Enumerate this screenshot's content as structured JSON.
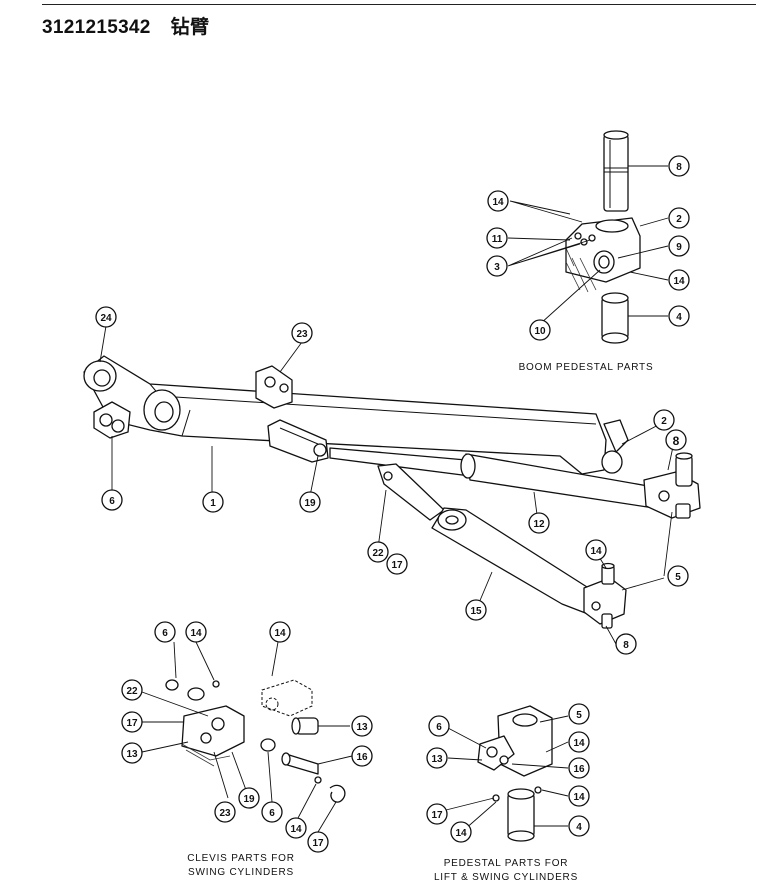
{
  "header": {
    "part_number": "3121215342",
    "title": "钻臂"
  },
  "captions": {
    "boom_pedestal": "BOOM PEDESTAL PARTS",
    "clevis_line1": "CLEVIS PARTS FOR",
    "clevis_line2": "SWING CYLINDERS",
    "pedestal_line1": "PEDESTAL PARTS FOR",
    "pedestal_line2": "LIFT & SWING CYLINDERS"
  },
  "callouts": {
    "bp_8": "8",
    "bp_14a": "14",
    "bp_2": "2",
    "bp_11": "11",
    "bp_9": "9",
    "bp_3": "3",
    "bp_14b": "14",
    "bp_10": "10",
    "bp_4": "4",
    "m_24": "24",
    "m_23": "23",
    "m_6": "6",
    "m_1": "1",
    "m_19": "19",
    "m_2": "2",
    "m_8a": "8",
    "m_12": "12",
    "m_22": "22",
    "m_17": "17",
    "m_14": "14",
    "m_5": "5",
    "m_15": "15",
    "m_8b": "8",
    "c_6": "6",
    "c_14a": "14",
    "c_14b": "14",
    "c_22": "22",
    "c_17a": "17",
    "c_13a": "13",
    "c_13b": "13",
    "c_16": "16",
    "c_23": "23",
    "c_19": "19",
    "c_6b": "6",
    "c_14c": "14",
    "c_17b": "17",
    "p_6": "6",
    "p_5": "5",
    "p_13": "13",
    "p_14a": "14",
    "p_16": "16",
    "p_14b": "14",
    "p_17": "17",
    "p_14c": "14",
    "p_4": "4"
  }
}
